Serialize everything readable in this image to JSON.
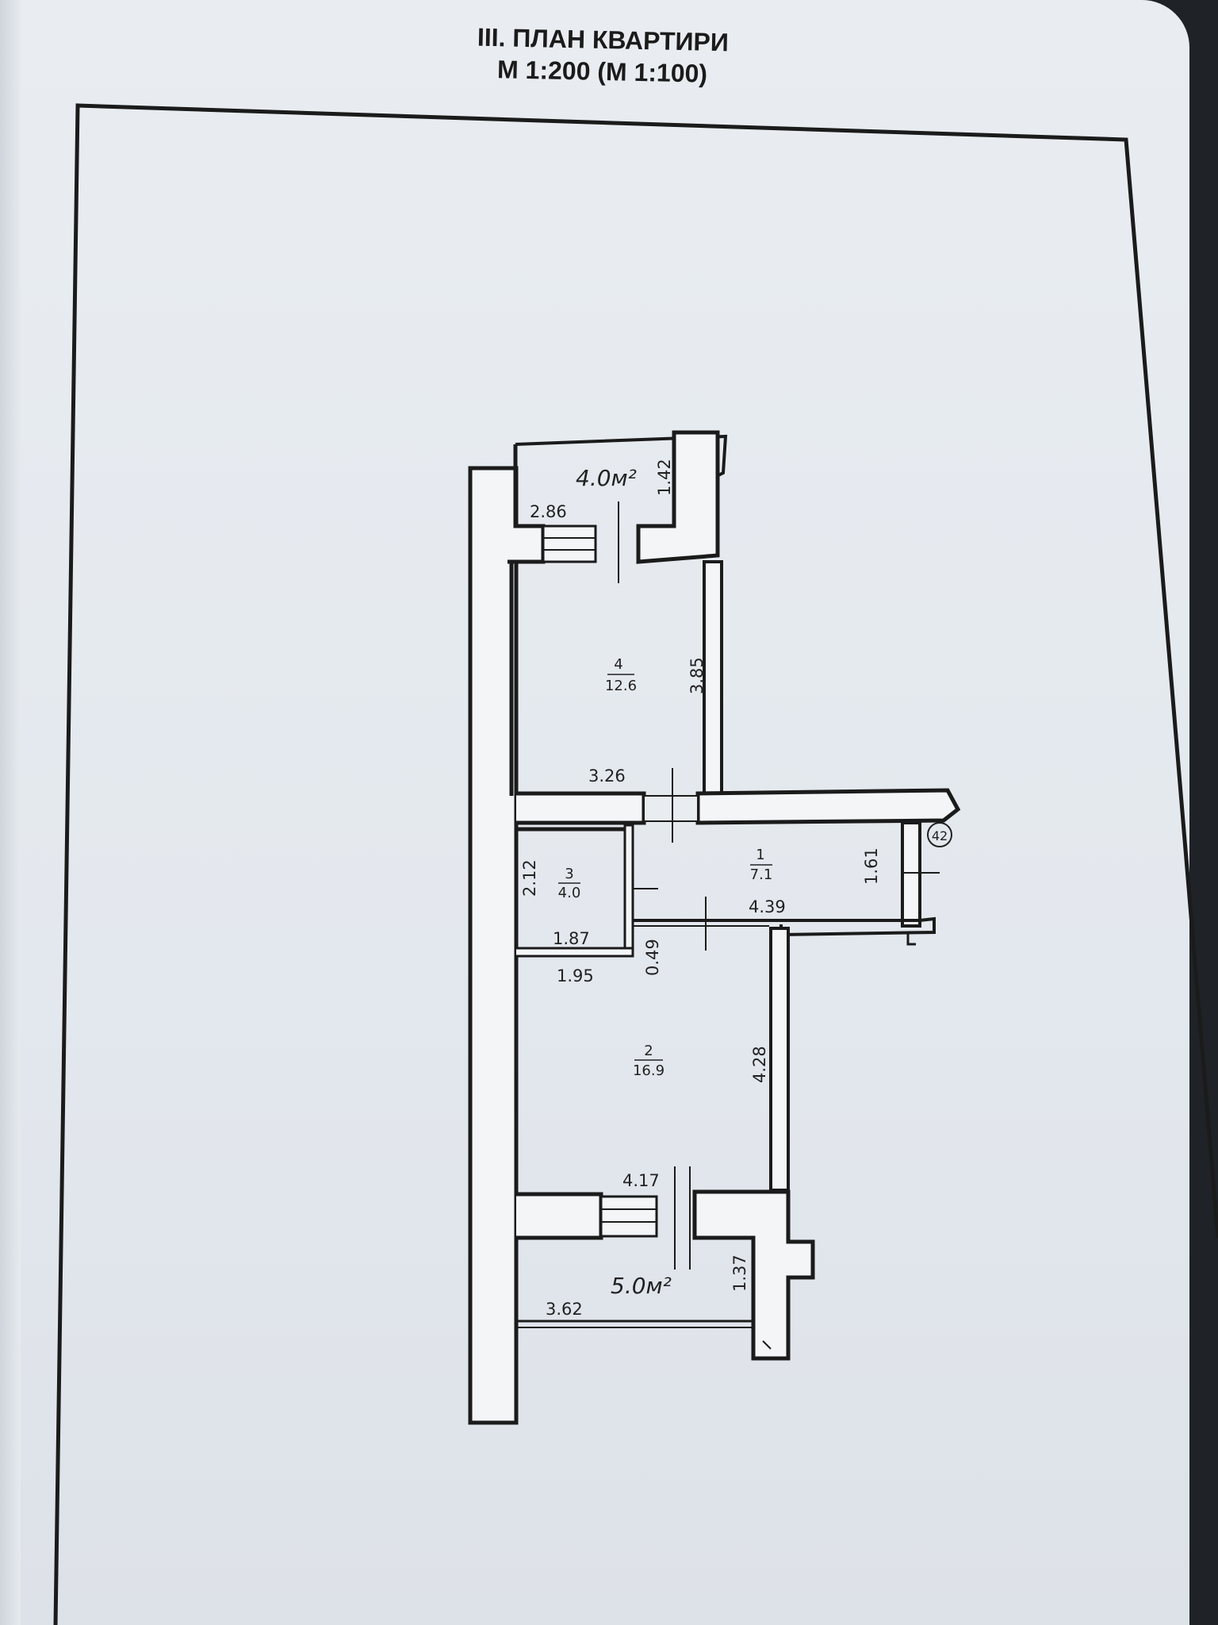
{
  "header": {
    "title": "ІІІ. ПЛАН КВАРТИРИ",
    "scale": "М 1:200 (М 1:100)"
  },
  "plan": {
    "balconies": {
      "top_area": "4.0м²",
      "bottom_area": "5.0м²"
    },
    "rooms": [
      {
        "number": "1",
        "area": "7.1"
      },
      {
        "number": "2",
        "area": "16.9"
      },
      {
        "number": "3",
        "area": "4.0"
      },
      {
        "number": "4",
        "area": "12.6"
      }
    ],
    "dimensions": {
      "top_balcony_width": "2.86",
      "top_balcony_depth": "1.42",
      "room4_height": "3.85",
      "room4_width": "3.26",
      "room3_height": "2.12",
      "room3_width_top": "1.87",
      "room3_width_bottom": "1.95",
      "hall_height": "1.61",
      "hall_width": "4.39",
      "hall_step": "0.49",
      "room2_height": "4.28",
      "room2_width": "4.17",
      "bottom_balcony_depth": "1.37",
      "bottom_balcony_width": "3.62"
    },
    "entrance_marker": "42"
  }
}
